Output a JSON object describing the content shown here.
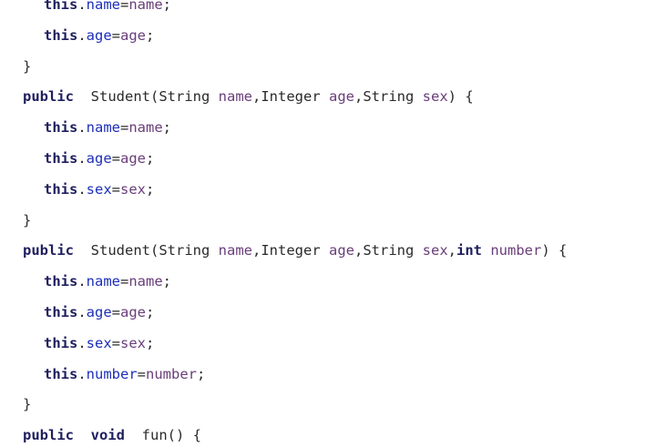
{
  "colors": {
    "keyword": "#1f1f5f",
    "field": "#1d2fb8",
    "param": "#6a3e7a",
    "text": "#2b2b2b",
    "background": "#ffffff"
  },
  "lines": [
    {
      "indent": 1,
      "tokens": [
        {
          "t": "this",
          "k": "keyword"
        },
        {
          "t": ".",
          "k": "plain"
        },
        {
          "t": "name",
          "k": "field"
        },
        {
          "t": "=",
          "k": "plain"
        },
        {
          "t": "name",
          "k": "param"
        },
        {
          "t": ";",
          "k": "plain"
        }
      ]
    },
    {
      "indent": 1,
      "tokens": [
        {
          "t": "this",
          "k": "keyword"
        },
        {
          "t": ".",
          "k": "plain"
        },
        {
          "t": "age",
          "k": "field"
        },
        {
          "t": "=",
          "k": "plain"
        },
        {
          "t": "age",
          "k": "param"
        },
        {
          "t": ";",
          "k": "plain"
        }
      ]
    },
    {
      "indent": 0,
      "tokens": [
        {
          "t": "}",
          "k": "plain"
        }
      ]
    },
    {
      "indent": 0,
      "tokens": [
        {
          "t": "public",
          "k": "keyword"
        },
        {
          "t": "  Student(",
          "k": "method"
        },
        {
          "t": "String ",
          "k": "type"
        },
        {
          "t": "name",
          "k": "param"
        },
        {
          "t": ",",
          "k": "plain"
        },
        {
          "t": "Integer ",
          "k": "type"
        },
        {
          "t": "age",
          "k": "param"
        },
        {
          "t": ",",
          "k": "plain"
        },
        {
          "t": "String ",
          "k": "type"
        },
        {
          "t": "sex",
          "k": "param"
        },
        {
          "t": ") {",
          "k": "plain"
        }
      ]
    },
    {
      "indent": 1,
      "tokens": [
        {
          "t": "this",
          "k": "keyword"
        },
        {
          "t": ".",
          "k": "plain"
        },
        {
          "t": "name",
          "k": "field"
        },
        {
          "t": "=",
          "k": "plain"
        },
        {
          "t": "name",
          "k": "param"
        },
        {
          "t": ";",
          "k": "plain"
        }
      ]
    },
    {
      "indent": 1,
      "tokens": [
        {
          "t": "this",
          "k": "keyword"
        },
        {
          "t": ".",
          "k": "plain"
        },
        {
          "t": "age",
          "k": "field"
        },
        {
          "t": "=",
          "k": "plain"
        },
        {
          "t": "age",
          "k": "param"
        },
        {
          "t": ";",
          "k": "plain"
        }
      ]
    },
    {
      "indent": 1,
      "tokens": [
        {
          "t": "this",
          "k": "keyword"
        },
        {
          "t": ".",
          "k": "plain"
        },
        {
          "t": "sex",
          "k": "field"
        },
        {
          "t": "=",
          "k": "plain"
        },
        {
          "t": "sex",
          "k": "param"
        },
        {
          "t": ";",
          "k": "plain"
        }
      ]
    },
    {
      "indent": 0,
      "tokens": [
        {
          "t": "}",
          "k": "plain"
        }
      ]
    },
    {
      "indent": 0,
      "tokens": [
        {
          "t": "public",
          "k": "keyword"
        },
        {
          "t": "  Student(",
          "k": "method"
        },
        {
          "t": "String ",
          "k": "type"
        },
        {
          "t": "name",
          "k": "param"
        },
        {
          "t": ",",
          "k": "plain"
        },
        {
          "t": "Integer ",
          "k": "type"
        },
        {
          "t": "age",
          "k": "param"
        },
        {
          "t": ",",
          "k": "plain"
        },
        {
          "t": "String ",
          "k": "type"
        },
        {
          "t": "sex",
          "k": "param"
        },
        {
          "t": ",",
          "k": "plain"
        },
        {
          "t": "int",
          "k": "keyword"
        },
        {
          "t": " ",
          "k": "plain"
        },
        {
          "t": "number",
          "k": "param"
        },
        {
          "t": ") {",
          "k": "plain"
        }
      ]
    },
    {
      "indent": 1,
      "tokens": [
        {
          "t": "this",
          "k": "keyword"
        },
        {
          "t": ".",
          "k": "plain"
        },
        {
          "t": "name",
          "k": "field"
        },
        {
          "t": "=",
          "k": "plain"
        },
        {
          "t": "name",
          "k": "param"
        },
        {
          "t": ";",
          "k": "plain"
        }
      ]
    },
    {
      "indent": 1,
      "tokens": [
        {
          "t": "this",
          "k": "keyword"
        },
        {
          "t": ".",
          "k": "plain"
        },
        {
          "t": "age",
          "k": "field"
        },
        {
          "t": "=",
          "k": "plain"
        },
        {
          "t": "age",
          "k": "param"
        },
        {
          "t": ";",
          "k": "plain"
        }
      ]
    },
    {
      "indent": 1,
      "tokens": [
        {
          "t": "this",
          "k": "keyword"
        },
        {
          "t": ".",
          "k": "plain"
        },
        {
          "t": "sex",
          "k": "field"
        },
        {
          "t": "=",
          "k": "plain"
        },
        {
          "t": "sex",
          "k": "param"
        },
        {
          "t": ";",
          "k": "plain"
        }
      ]
    },
    {
      "indent": 1,
      "tokens": [
        {
          "t": "this",
          "k": "keyword"
        },
        {
          "t": ".",
          "k": "plain"
        },
        {
          "t": "number",
          "k": "field"
        },
        {
          "t": "=",
          "k": "plain"
        },
        {
          "t": "number",
          "k": "param"
        },
        {
          "t": ";",
          "k": "plain"
        }
      ]
    },
    {
      "indent": 0,
      "tokens": [
        {
          "t": "}",
          "k": "plain"
        }
      ]
    },
    {
      "indent": 0,
      "tokens": [
        {
          "t": "public",
          "k": "keyword"
        },
        {
          "t": "  ",
          "k": "plain"
        },
        {
          "t": "void",
          "k": "keyword"
        },
        {
          "t": "  fun() {",
          "k": "method"
        }
      ]
    }
  ]
}
